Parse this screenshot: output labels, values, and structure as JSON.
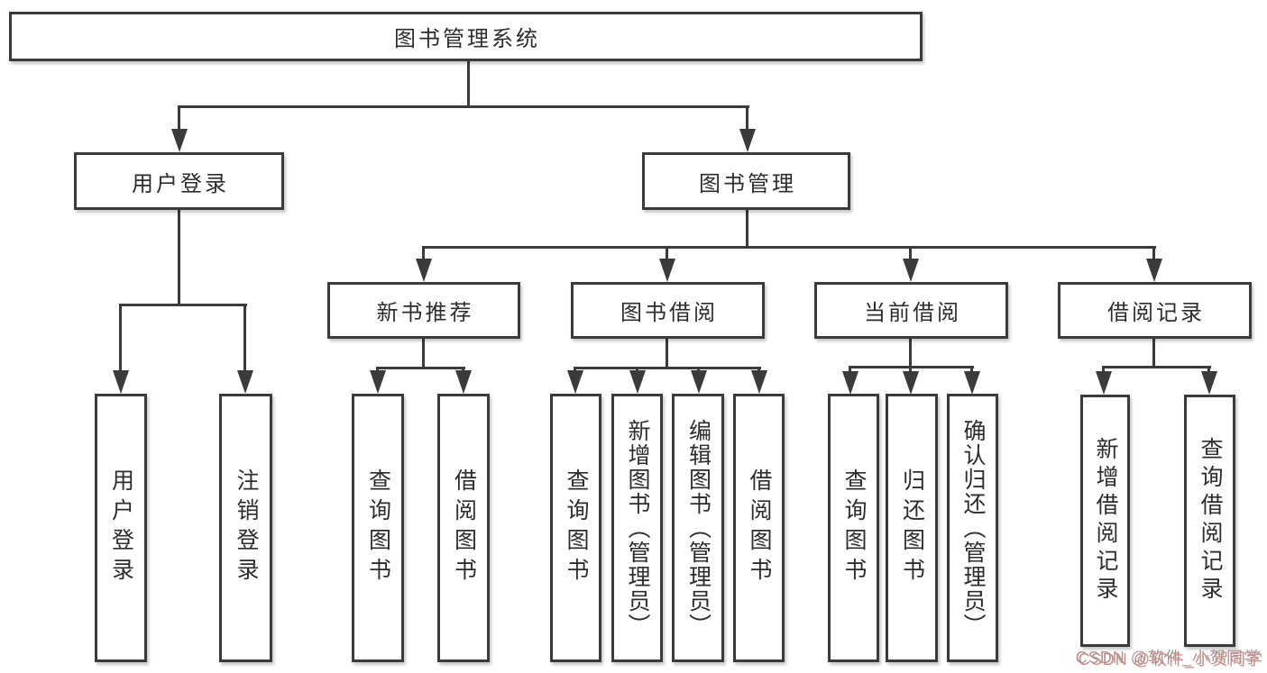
{
  "diagram": {
    "root": {
      "label": "图书管理系统"
    },
    "level2": [
      {
        "label": "用户登录"
      },
      {
        "label": "图书管理"
      }
    ],
    "level3": [
      {
        "label": "新书推荐"
      },
      {
        "label": "图书借阅"
      },
      {
        "label": "当前借阅"
      },
      {
        "label": "借阅记录"
      }
    ],
    "leaves": {
      "user_login": [
        {
          "label": "用户登录"
        },
        {
          "label": "注销登录"
        }
      ],
      "new_book_recommend": [
        {
          "label": "查询图书"
        },
        {
          "label": "借阅图书"
        }
      ],
      "book_borrow": [
        {
          "label": "查询图书"
        },
        {
          "label": "新增图书（管理员）"
        },
        {
          "label": "编辑图书（管理员）"
        },
        {
          "label": "借阅图书"
        }
      ],
      "current_borrow": [
        {
          "label": "查询图书"
        },
        {
          "label": "归还图书"
        },
        {
          "label": "确认归还（管理员）"
        }
      ],
      "borrow_records": [
        {
          "label": "新增借阅记录"
        },
        {
          "label": "查询借阅记录"
        }
      ]
    }
  },
  "watermark": {
    "text": "CSDN @软件_小贺同学"
  },
  "colors": {
    "line": "#3b3b3b",
    "text": "#2d2d2d",
    "background": "#ffffff",
    "watermark_gray": "#9c9c9c",
    "watermark_red": "#d86862"
  }
}
